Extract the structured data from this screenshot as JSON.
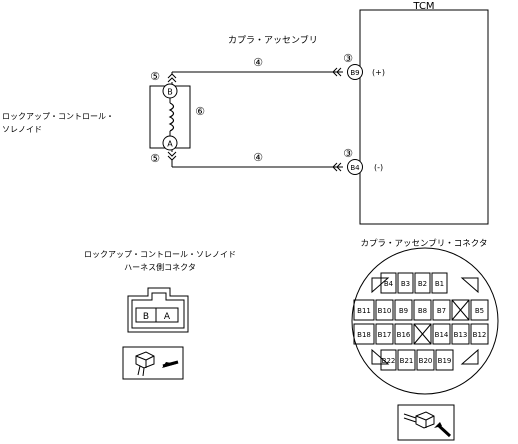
{
  "tcm_label": "TCM",
  "coupler_assembly_label": "カプラ・アッセンブリ",
  "solenoid_label_line1": "ロックアップ・コントロール・",
  "solenoid_label_line2": "ソレノイド",
  "terminal_b9": "B9",
  "terminal_b4": "B4",
  "polarity_plus": "(+)",
  "polarity_minus": "(-)",
  "solenoid_terminal_b": "B",
  "solenoid_terminal_a": "A",
  "callout_3_top": "③",
  "callout_3_bottom": "③",
  "callout_4_top": "④",
  "callout_4_bottom": "④",
  "callout_5_top": "⑤",
  "callout_5_bottom": "⑤",
  "callout_6": "⑥",
  "harness_connector_title_line1": "ロックアップ・コントロール・ソレノイド",
  "harness_connector_title_line2": "ハーネス側コネクタ",
  "harness_pin_b": "B",
  "harness_pin_a": "A",
  "coupler_connector_title": "カプラ・アッセンブリ・コネクタ",
  "coupler_row1": [
    "B4",
    "B3",
    "B2",
    "B1"
  ],
  "coupler_row2": [
    "B11",
    "B10",
    "B9",
    "B8",
    "B7",
    "",
    "B5"
  ],
  "coupler_row3": [
    "B18",
    "B17",
    "B16",
    "",
    "B14",
    "B13",
    "B12"
  ],
  "coupler_row4": [
    "B22",
    "B21",
    "B20",
    "B19"
  ]
}
